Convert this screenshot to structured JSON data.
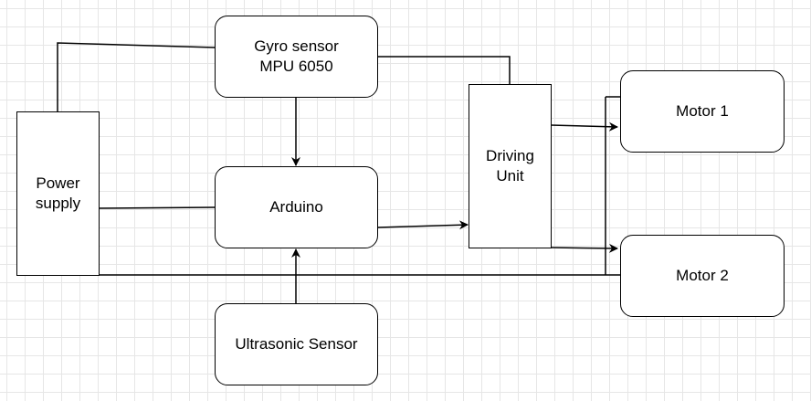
{
  "diagram": {
    "blocks": {
      "gyro": "Gyro sensor\nMPU 6050",
      "power": "Power\nsupply",
      "arduino": "Arduino",
      "ultrasonic": "Ultrasonic Sensor",
      "driving": "Driving\nUnit",
      "motor1": "Motor 1",
      "motor2": "Motor 2"
    }
  }
}
